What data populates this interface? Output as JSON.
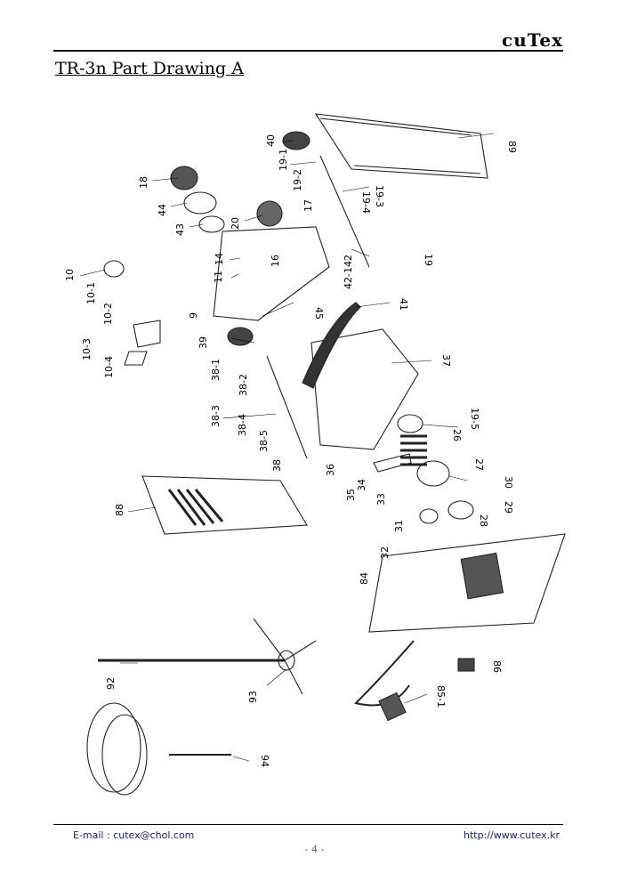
{
  "header": {
    "brand": "cuTex",
    "title": "TR-3n Part Drawing A"
  },
  "footer": {
    "email": "E-mail : cutex@chol.com",
    "url": "http://www.cutex.kr",
    "page": "- 4 -"
  },
  "callouts": {
    "p89": "89",
    "p40": "40",
    "p19_1": "19-1",
    "p19_2": "19-2",
    "p19_3": "19-3",
    "p19_4": "19-4",
    "p18": "18",
    "p44": "44",
    "p43": "43",
    "p20": "20",
    "p17": "17",
    "p19": "19",
    "p14": "14",
    "p16": "16",
    "p42": "42",
    "p42_1": "42-1",
    "p11": "11",
    "p10": "10",
    "p10_1": "10-1",
    "p10_2": "10-2",
    "p9": "9",
    "p45": "45",
    "p41": "41",
    "p10_3": "10-3",
    "p10_4": "10-4",
    "p39": "39",
    "p38_1": "38-1",
    "p38_2": "38-2",
    "p37": "37",
    "p38_3": "38-3",
    "p38_4": "38-4",
    "p19_5": "19-5",
    "p38_5": "38-5",
    "p26": "26",
    "p38": "38",
    "p27": "27",
    "p36": "36",
    "p34": "34",
    "p35": "35",
    "p33": "33",
    "p30": "30",
    "p88": "88",
    "p29": "29",
    "p28": "28",
    "p31": "31",
    "p32": "32",
    "p84": "84",
    "p86": "86",
    "p92": "92",
    "p93": "93",
    "p85_1": "85-1",
    "p94": "94"
  }
}
